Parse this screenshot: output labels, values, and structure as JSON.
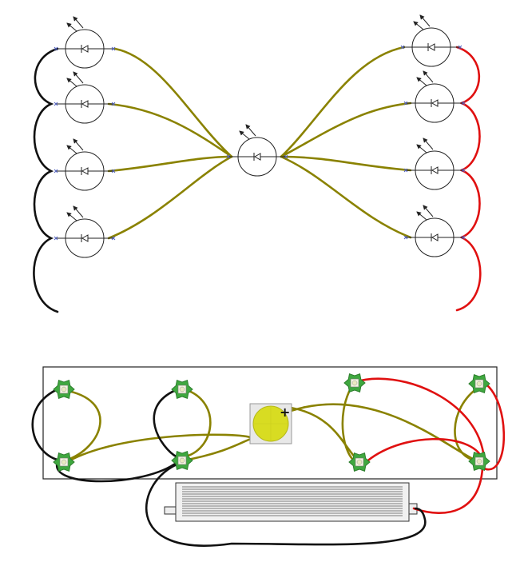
{
  "colors": {
    "olive": "#8a8200",
    "black": "#111111",
    "red": "#e01010",
    "led_green": "#3fa83f",
    "cob_yellow": "#d8dc22",
    "outline": "#222222"
  },
  "schematic": {
    "elements": [
      {
        "name": "led-left-1",
        "icon": "led-symbol"
      },
      {
        "name": "led-left-2",
        "icon": "led-symbol"
      },
      {
        "name": "led-left-3",
        "icon": "led-symbol"
      },
      {
        "name": "led-left-4",
        "icon": "led-symbol"
      },
      {
        "name": "led-center",
        "icon": "led-symbol"
      },
      {
        "name": "led-right-1",
        "icon": "led-symbol"
      },
      {
        "name": "led-right-2",
        "icon": "led-symbol"
      },
      {
        "name": "led-right-3",
        "icon": "led-symbol"
      },
      {
        "name": "led-right-4",
        "icon": "led-symbol"
      }
    ]
  },
  "breadboard": {
    "cob_polarity_label": "+",
    "components": [
      {
        "name": "star-led",
        "count": 8,
        "icon": "star-led-icon"
      },
      {
        "name": "cob-led",
        "count": 1,
        "icon": "cob-led-icon"
      },
      {
        "name": "led-driver",
        "count": 1,
        "icon": "driver-icon"
      }
    ]
  }
}
